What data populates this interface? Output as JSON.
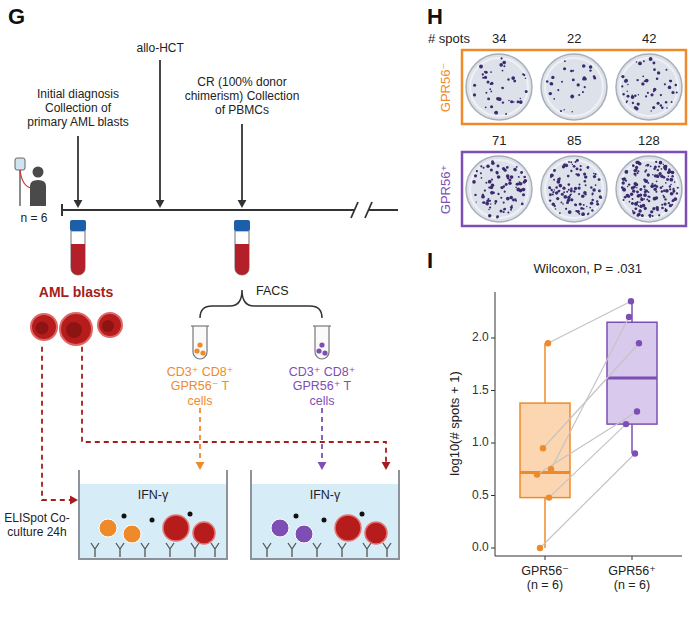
{
  "diagram": {
    "nodes": [
      {
        "text": [
          "AML blasts"
        ]
      },
      {
        "text": [
          "CD3⁺ CD8⁺ GPR56⁻ T cells"
        ]
      },
      {
        "text": [
          "CD3⁺ CD8⁺ GPR56⁺ T cells"
        ]
      },
      {
        "text": [
          "IFN-γ"
        ]
      },
      {
        "text": [
          "IFN-γ"
        ]
      }
    ],
    "edges": [
      {
        "from": 0,
        "to": 3,
        "arrow": "to"
      },
      {
        "from": 0,
        "to": 4,
        "arrow": "to"
      },
      {
        "from": 1,
        "to": 3,
        "arrow": "to"
      },
      {
        "from": 2,
        "to": 4,
        "arrow": "to"
      }
    ],
    "labels": [
      "G",
      "Initial diagnosis Collection of primary AML blasts",
      "allo-HCT",
      "CR (100% donor chimerism) Collection of PBMCs",
      "n = 6",
      "FACS",
      "ELISpot Co-culture 24h",
      "H",
      "# spots",
      "34",
      "22",
      "42",
      "71",
      "85",
      "128",
      "GPR56⁻",
      "GPR56⁺",
      "I",
      "Wilcoxon, P = .031",
      "log10(# spots + 1)",
      "2.0",
      "1.5",
      "1.0",
      "0.5",
      "0.0",
      "GPR56⁻ (n = 6)",
      "GPR56⁺ (n = 6)"
    ]
  }
}
